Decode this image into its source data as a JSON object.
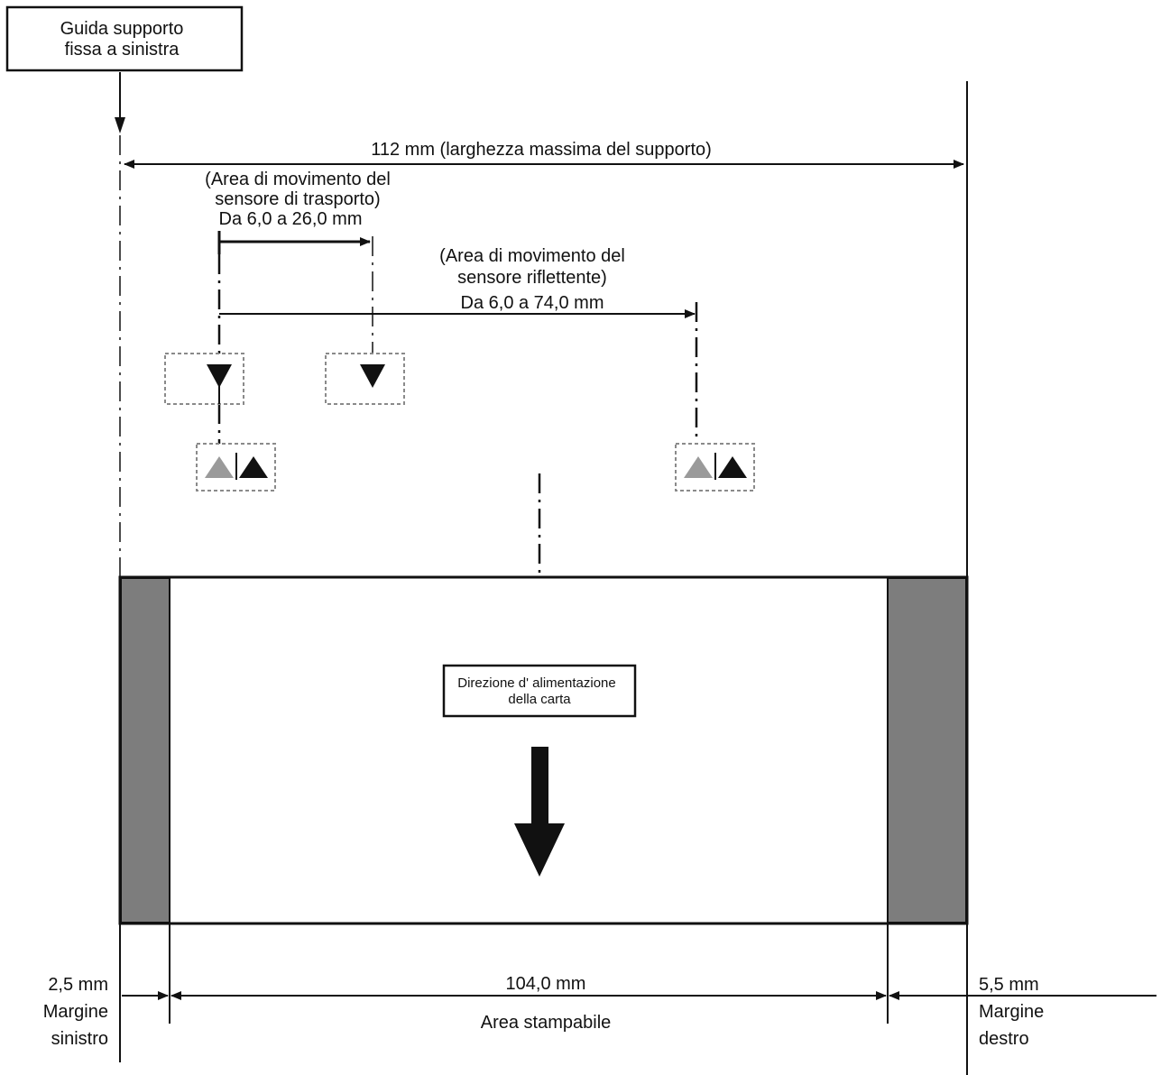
{
  "diagram": {
    "guide_label": [
      "Guida supporto",
      "fissa a sinistra"
    ],
    "max_width_label": "112 mm (larghezza massima del supporto)",
    "transport_sensor_label": [
      "(Area di movimento del",
      "sensore di trasporto)",
      "Da 6,0 a 26,0 mm"
    ],
    "reflective_sensor_label": [
      "(Area di movimento del",
      "sensore riflettente)",
      "Da 6,0 a 74,0 mm"
    ],
    "feed_direction_label": [
      "Direzione d' alimentazione",
      "della carta"
    ],
    "left_margin_value": "2,5 mm",
    "left_margin_label": [
      "Margine",
      "sinistro"
    ],
    "printable_width_value": "104,0 mm",
    "printable_area_label": "Area stampabile",
    "right_margin_value": "5,5 mm",
    "right_margin_label": [
      "Margine",
      "destro"
    ],
    "colors": {
      "line": "#111111",
      "margin_fill": "#7d7d7d",
      "sensor_box": "#8a8a8a",
      "grey_triangle": "#9a9a9a"
    }
  }
}
